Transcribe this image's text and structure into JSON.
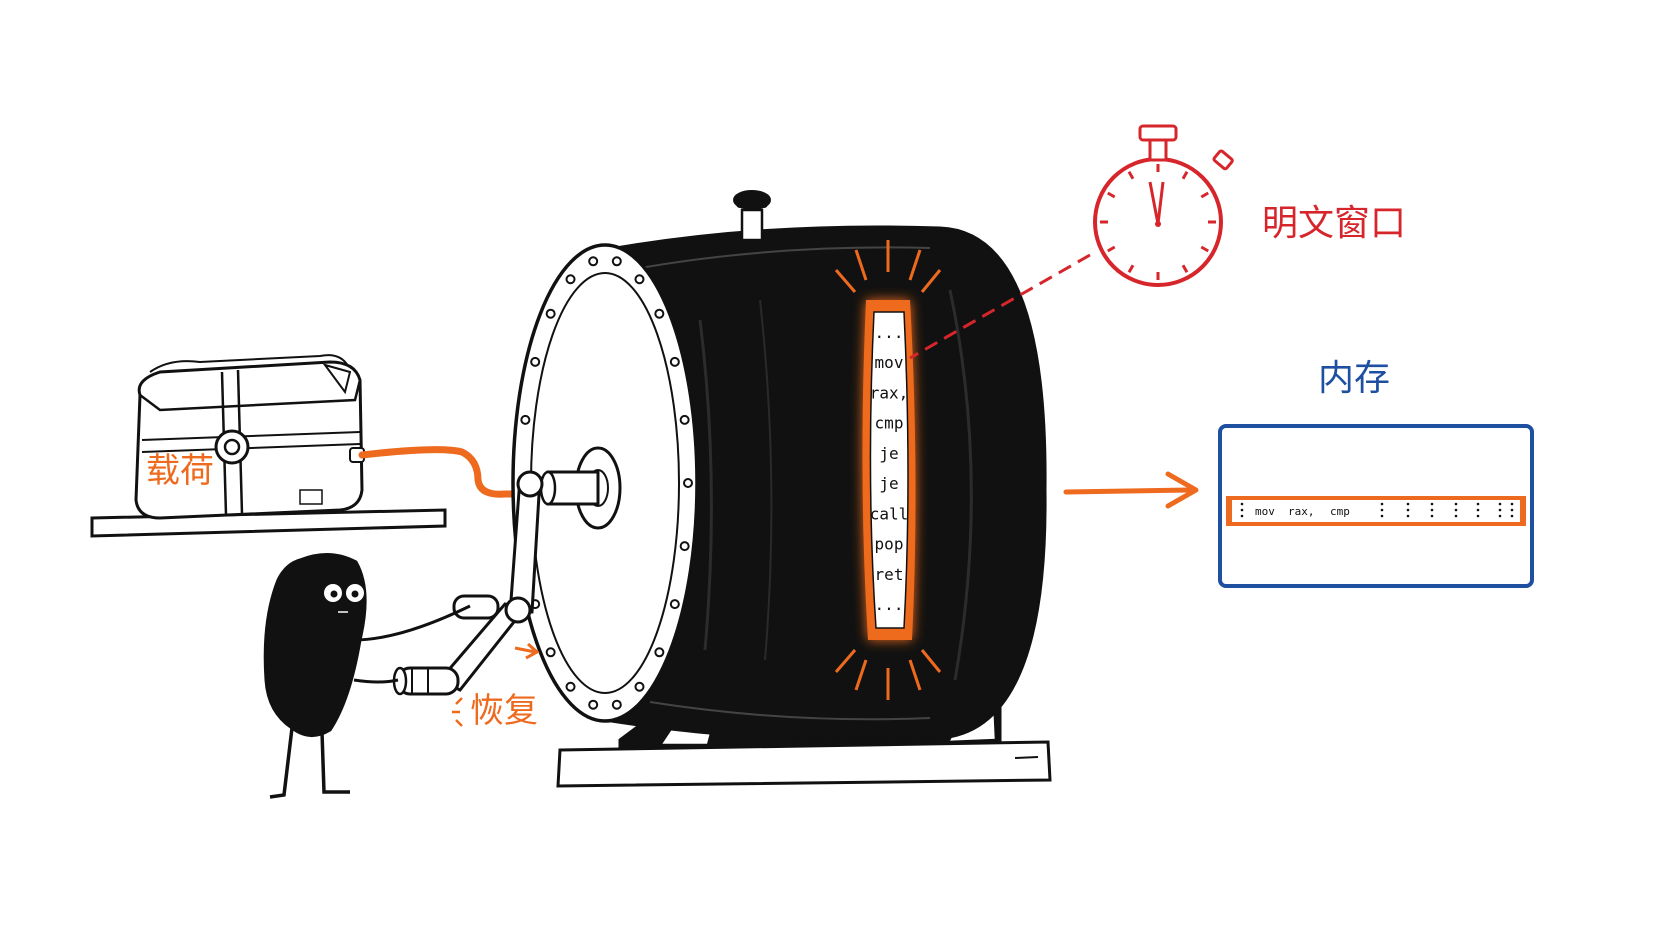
{
  "labels": {
    "payload": "载荷",
    "restore": "恢复",
    "plaintext_window": "明文窗口",
    "memory": "内存"
  },
  "drum_window": {
    "lines": [
      "...",
      "mov",
      "rax,",
      "cmp",
      "je",
      "je",
      "call",
      "pop",
      "ret",
      "..."
    ]
  },
  "memory_strip": {
    "items": [
      "mov",
      "rax,",
      "cmp"
    ]
  },
  "colors": {
    "accent_orange": "#ee6a1f",
    "timer_red": "#d7262b",
    "memory_blue": "#1f4fa0",
    "ink": "#111111"
  },
  "icons": [
    "package-icon",
    "stopwatch-icon",
    "arrow-right-icon",
    "crank-handle-icon",
    "character-icon"
  ]
}
